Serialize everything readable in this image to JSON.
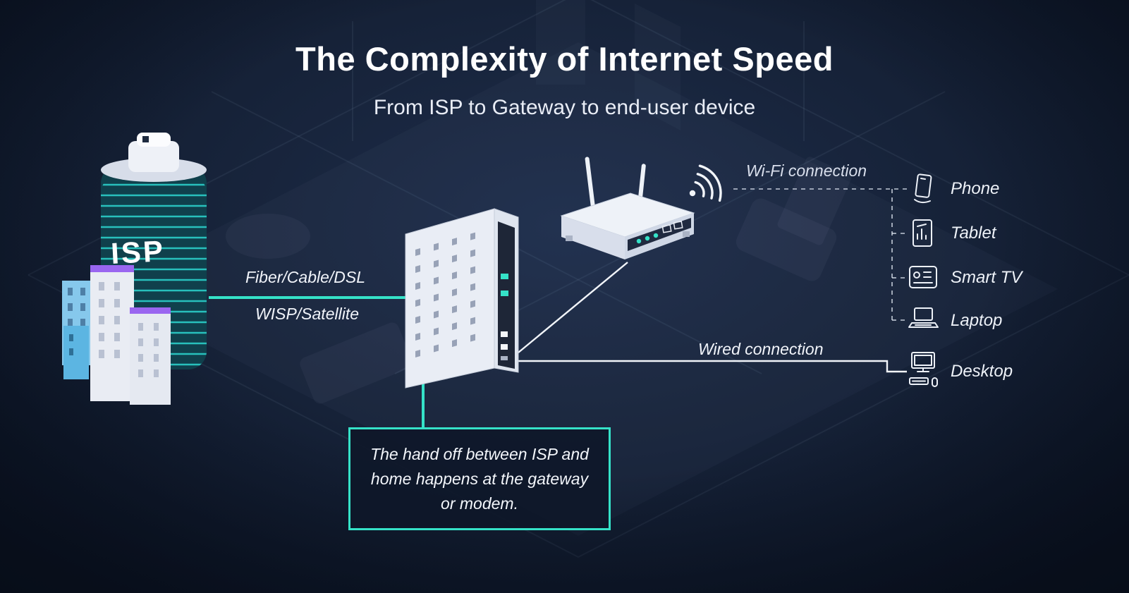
{
  "header": {
    "title": "The Complexity of Internet Speed",
    "subtitle": "From ISP to Gateway to end-user device"
  },
  "isp": {
    "label": "ISP"
  },
  "connections": {
    "fiber": "Fiber/Cable/DSL",
    "wisp": "WISP/Satellite",
    "wifi": "Wi-Fi connection",
    "wired": "Wired connection"
  },
  "devices": [
    {
      "name": "phone",
      "label": "Phone"
    },
    {
      "name": "tablet",
      "label": "Tablet"
    },
    {
      "name": "smart-tv",
      "label": "Smart TV"
    },
    {
      "name": "laptop",
      "label": "Laptop"
    },
    {
      "name": "desktop",
      "label": "Desktop"
    }
  ],
  "callout": {
    "text": "The hand off between ISP and home happens at the gateway or modem."
  },
  "colors": {
    "accent": "#35e2c8",
    "purple": "#9a66f0",
    "blue": "#86c8ec",
    "background": "#121d31"
  }
}
